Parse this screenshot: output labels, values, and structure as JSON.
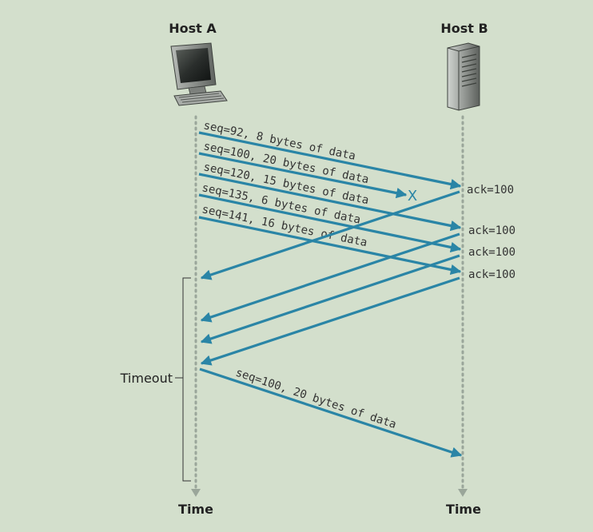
{
  "hosts": {
    "a_label": "Host A",
    "b_label": "Host B"
  },
  "time_labels": {
    "a": "Time",
    "b": "Time"
  },
  "timeout": {
    "label": "Timeout"
  },
  "segments": [
    {
      "label": "seq=92, 8 bytes of data",
      "lost": false
    },
    {
      "label": "seq=100, 20 bytes of data",
      "lost": true
    },
    {
      "label": "seq=120, 15 bytes of data",
      "lost": false
    },
    {
      "label": "seq=135, 6 bytes of data",
      "lost": false
    },
    {
      "label": "seq=141, 16 bytes of data",
      "lost": false
    }
  ],
  "loss_marker": "X",
  "acks": [
    {
      "label": "ack=100"
    },
    {
      "label": "ack=100"
    },
    {
      "label": "ack=100"
    },
    {
      "label": "ack=100"
    }
  ],
  "retransmission": {
    "label": "seq=100, 20 bytes of data"
  },
  "colors": {
    "background": "#d3dfcc",
    "arrow": "#2a85a6",
    "timeline": "#9aa69a",
    "text": "#222222"
  },
  "icons": {
    "host_a": "desktop-computer-icon",
    "host_b": "server-icon"
  }
}
